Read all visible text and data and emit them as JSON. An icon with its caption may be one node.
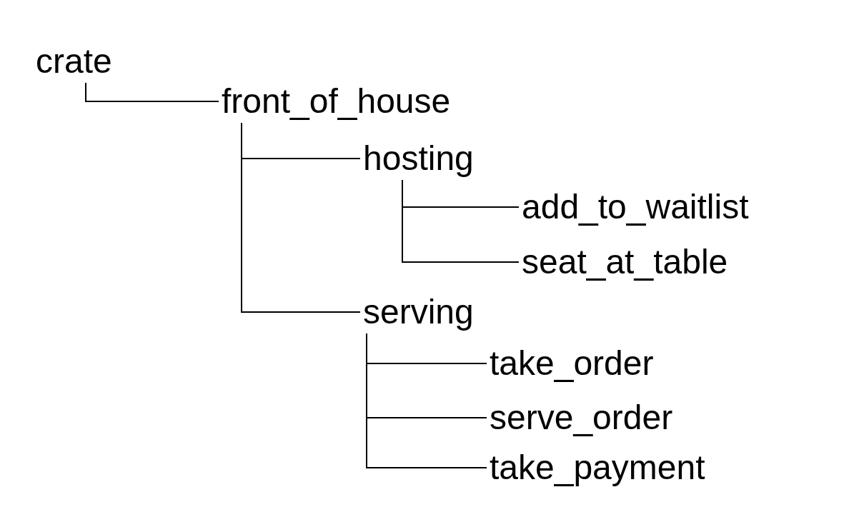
{
  "diagram": {
    "nodes": [
      {
        "text": [
          "crate"
        ]
      },
      {
        "text": [
          "front_of_house"
        ]
      },
      {
        "text": [
          "hosting"
        ]
      },
      {
        "text": [
          "add_to_waitlist"
        ]
      },
      {
        "text": [
          "seat_at_table"
        ]
      },
      {
        "text": [
          "serving"
        ]
      },
      {
        "text": [
          "take_order"
        ]
      },
      {
        "text": [
          "serve_order"
        ]
      },
      {
        "text": [
          "take_payment"
        ]
      }
    ],
    "edges": [
      {
        "from": 0,
        "to": 1,
        "arrow": "none"
      },
      {
        "from": 1,
        "to": 2,
        "arrow": "none"
      },
      {
        "from": 1,
        "to": 5,
        "arrow": "none"
      },
      {
        "from": 2,
        "to": 3,
        "arrow": "none"
      },
      {
        "from": 2,
        "to": 4,
        "arrow": "none"
      },
      {
        "from": 5,
        "to": 6,
        "arrow": "none"
      },
      {
        "from": 5,
        "to": 7,
        "arrow": "none"
      },
      {
        "from": 5,
        "to": 8,
        "arrow": "none"
      }
    ]
  }
}
